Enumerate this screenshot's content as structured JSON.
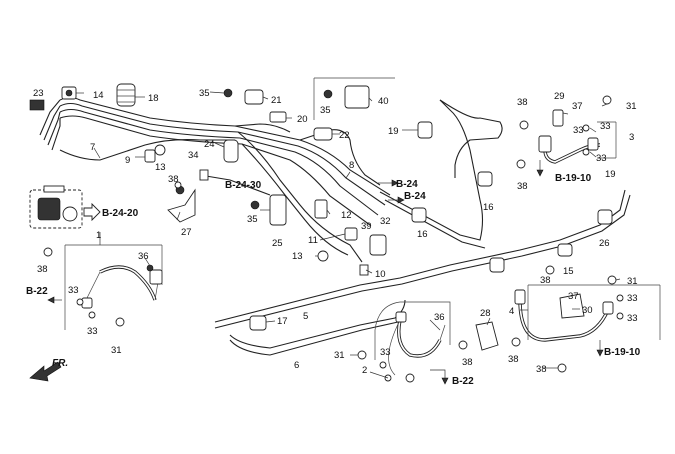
{
  "callouts": [
    {
      "id": "c23",
      "text": "23"
    },
    {
      "id": "c14",
      "text": "14"
    },
    {
      "id": "c18",
      "text": "18"
    },
    {
      "id": "c35a",
      "text": "35"
    },
    {
      "id": "c21",
      "text": "21"
    },
    {
      "id": "c35b",
      "text": "35"
    },
    {
      "id": "c40",
      "text": "40"
    },
    {
      "id": "c20",
      "text": "20"
    },
    {
      "id": "c22",
      "text": "22"
    },
    {
      "id": "c19a",
      "text": "19"
    },
    {
      "id": "c38a",
      "text": "38"
    },
    {
      "id": "c29",
      "text": "29"
    },
    {
      "id": "c37a",
      "text": "37"
    },
    {
      "id": "c31a",
      "text": "31"
    },
    {
      "id": "c33a",
      "text": "33"
    },
    {
      "id": "c33b",
      "text": "33"
    },
    {
      "id": "c3",
      "text": "3"
    },
    {
      "id": "c33c",
      "text": "33"
    },
    {
      "id": "c38b",
      "text": "38"
    },
    {
      "id": "c7",
      "text": "7"
    },
    {
      "id": "c9",
      "text": "9"
    },
    {
      "id": "c13a",
      "text": "13"
    },
    {
      "id": "c34",
      "text": "34"
    },
    {
      "id": "c24",
      "text": "24"
    },
    {
      "id": "c8",
      "text": "8"
    },
    {
      "id": "c19b",
      "text": "19"
    },
    {
      "id": "c38c",
      "text": "38"
    },
    {
      "id": "c16a",
      "text": "16"
    },
    {
      "id": "c16b",
      "text": "16"
    },
    {
      "id": "c26",
      "text": "26"
    },
    {
      "id": "c27",
      "text": "27"
    },
    {
      "id": "c35c",
      "text": "35"
    },
    {
      "id": "c25",
      "text": "25"
    },
    {
      "id": "c12",
      "text": "12"
    },
    {
      "id": "c39",
      "text": "39"
    },
    {
      "id": "c32",
      "text": "32"
    },
    {
      "id": "c11",
      "text": "11"
    },
    {
      "id": "c13b",
      "text": "13"
    },
    {
      "id": "c10",
      "text": "10"
    },
    {
      "id": "c1",
      "text": "1"
    },
    {
      "id": "c36a",
      "text": "36"
    },
    {
      "id": "c38d",
      "text": "38"
    },
    {
      "id": "c33d",
      "text": "33"
    },
    {
      "id": "c33e",
      "text": "33"
    },
    {
      "id": "c31b",
      "text": "31"
    },
    {
      "id": "c15",
      "text": "15"
    },
    {
      "id": "c38e",
      "text": "38"
    },
    {
      "id": "c31c",
      "text": "31"
    },
    {
      "id": "c4",
      "text": "4"
    },
    {
      "id": "c37b",
      "text": "37"
    },
    {
      "id": "c33f",
      "text": "33"
    },
    {
      "id": "c30",
      "text": "30"
    },
    {
      "id": "c33g",
      "text": "33"
    },
    {
      "id": "c17",
      "text": "17"
    },
    {
      "id": "c5",
      "text": "5"
    },
    {
      "id": "c6",
      "text": "6"
    },
    {
      "id": "c36b",
      "text": "36"
    },
    {
      "id": "c28",
      "text": "28"
    },
    {
      "id": "c31d",
      "text": "31"
    },
    {
      "id": "c33h",
      "text": "33"
    },
    {
      "id": "c2",
      "text": "2"
    },
    {
      "id": "c38f",
      "text": "38"
    },
    {
      "id": "c38g",
      "text": "38"
    },
    {
      "id": "c38h",
      "text": "38"
    }
  ],
  "references": [
    {
      "id": "r_b2430",
      "text": "B-24-30"
    },
    {
      "id": "r_b24a",
      "text": "B-24"
    },
    {
      "id": "r_b24b",
      "text": "B-24"
    },
    {
      "id": "r_b2420",
      "text": "B-24-20"
    },
    {
      "id": "r_b1910a",
      "text": "B-19-10"
    },
    {
      "id": "r_b22a",
      "text": "B-22"
    },
    {
      "id": "r_b1910b",
      "text": "B-19-10"
    },
    {
      "id": "r_b22b",
      "text": "B-22"
    }
  ],
  "direction_label": "FR."
}
